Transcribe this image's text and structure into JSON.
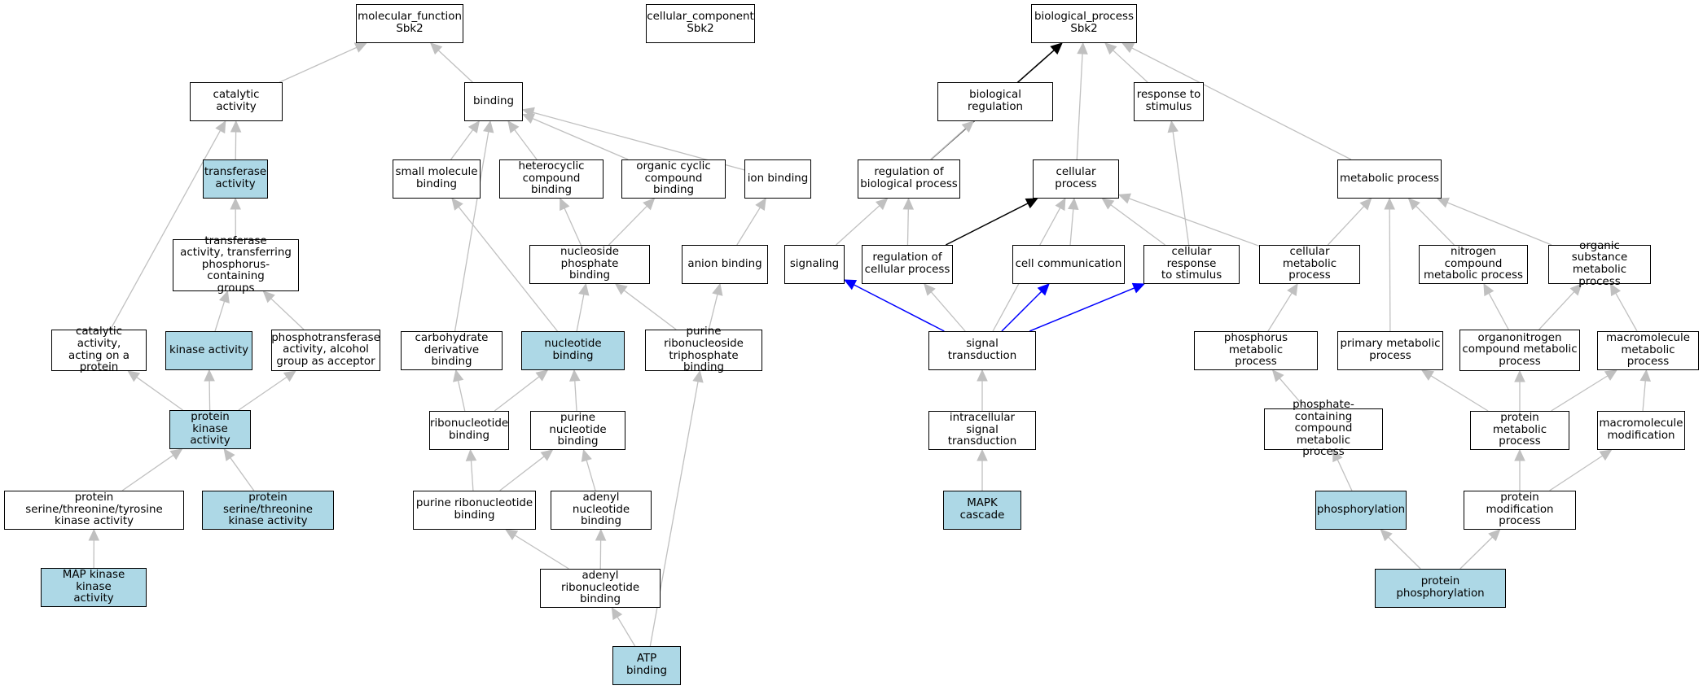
{
  "colors": {
    "highlight_fill": "#add8e6",
    "default_fill": "#ffffff",
    "border": "#000000",
    "edge_is_a": "#c0c0c0",
    "edge_regulates": "#000000",
    "edge_part_of": "#0000ff"
  },
  "nodes": {
    "mf_root": {
      "label": "molecular_function\nSbk2",
      "highlighted": false
    },
    "cc_root": {
      "label": "cellular_component\nSbk2",
      "highlighted": false
    },
    "bp_root": {
      "label": "biological_process\nSbk2",
      "highlighted": false
    },
    "catalytic_activity": {
      "label": "catalytic activity",
      "highlighted": false
    },
    "binding": {
      "label": "binding",
      "highlighted": false
    },
    "transferase_activity": {
      "label": "transferase\nactivity",
      "highlighted": true
    },
    "transferase_phospho": {
      "label": "transferase\nactivity, transferring\nphosphorus-containing\ngroups",
      "highlighted": false
    },
    "catalytic_protein": {
      "label": "catalytic activity,\nacting on a\nprotein",
      "highlighted": false
    },
    "kinase_activity": {
      "label": "kinase activity",
      "highlighted": true
    },
    "phosphotransferase": {
      "label": "phosphotransferase\nactivity, alcohol\ngroup as acceptor",
      "highlighted": false
    },
    "protein_kinase": {
      "label": "protein kinase\nactivity",
      "highlighted": true
    },
    "ser_thr_tyr_kinase": {
      "label": "protein serine/threonine/tyrosine\nkinase activity",
      "highlighted": false
    },
    "ser_thr_kinase": {
      "label": "protein serine/threonine\nkinase activity",
      "highlighted": true
    },
    "map_kkk": {
      "label": "MAP kinase kinase\nactivity",
      "highlighted": true
    },
    "small_molecule_binding": {
      "label": "small molecule\nbinding",
      "highlighted": false
    },
    "heterocyclic_binding": {
      "label": "heterocyclic\ncompound binding",
      "highlighted": false
    },
    "organic_cyclic_binding": {
      "label": "organic cyclic\ncompound binding",
      "highlighted": false
    },
    "ion_binding": {
      "label": "ion binding",
      "highlighted": false
    },
    "nucleoside_phosphate_binding": {
      "label": "nucleoside phosphate\nbinding",
      "highlighted": false
    },
    "anion_binding": {
      "label": "anion binding",
      "highlighted": false
    },
    "carbohydrate_deriv_binding": {
      "label": "carbohydrate\nderivative binding",
      "highlighted": false
    },
    "nucleotide_binding": {
      "label": "nucleotide binding",
      "highlighted": true
    },
    "purine_ribonucleoside_tp_binding": {
      "label": "purine ribonucleoside\ntriphosphate\nbinding",
      "highlighted": false
    },
    "ribonucleotide_binding": {
      "label": "ribonucleotide\nbinding",
      "highlighted": false
    },
    "purine_nucleotide_binding": {
      "label": "purine nucleotide\nbinding",
      "highlighted": false
    },
    "purine_ribonucleotide_binding": {
      "label": "purine ribonucleotide\nbinding",
      "highlighted": false
    },
    "adenyl_nucleotide_binding": {
      "label": "adenyl nucleotide\nbinding",
      "highlighted": false
    },
    "adenyl_ribonucleotide_binding": {
      "label": "adenyl ribonucleotide\nbinding",
      "highlighted": false
    },
    "atp_binding": {
      "label": "ATP binding",
      "highlighted": true
    },
    "biological_regulation": {
      "label": "biological regulation",
      "highlighted": false
    },
    "response_to_stimulus": {
      "label": "response to\nstimulus",
      "highlighted": false
    },
    "regulation_bp": {
      "label": "regulation of\nbiological process",
      "highlighted": false
    },
    "cellular_process": {
      "label": "cellular process",
      "highlighted": false
    },
    "metabolic_process": {
      "label": "metabolic process",
      "highlighted": false
    },
    "signaling": {
      "label": "signaling",
      "highlighted": false
    },
    "regulation_cp": {
      "label": "regulation of\ncellular process",
      "highlighted": false
    },
    "cell_communication": {
      "label": "cell communication",
      "highlighted": false
    },
    "cellular_response": {
      "label": "cellular response\nto stimulus",
      "highlighted": false
    },
    "cellular_metabolic": {
      "label": "cellular metabolic\nprocess",
      "highlighted": false
    },
    "nitrogen_compound": {
      "label": "nitrogen compound\nmetabolic process",
      "highlighted": false
    },
    "organic_substance": {
      "label": "organic substance\nmetabolic process",
      "highlighted": false
    },
    "signal_transduction": {
      "label": "signal transduction",
      "highlighted": false
    },
    "phosphorus_metabolic": {
      "label": "phosphorus metabolic\nprocess",
      "highlighted": false
    },
    "primary_metabolic": {
      "label": "primary metabolic\nprocess",
      "highlighted": false
    },
    "organonitrogen": {
      "label": "organonitrogen\ncompound metabolic\nprocess",
      "highlighted": false
    },
    "macromolecule_metabolic": {
      "label": "macromolecule\nmetabolic process",
      "highlighted": false
    },
    "intracellular_signal": {
      "label": "intracellular\nsignal transduction",
      "highlighted": false
    },
    "phosphate_containing": {
      "label": "phosphate-containing\ncompound metabolic\nprocess",
      "highlighted": false
    },
    "protein_metabolic": {
      "label": "protein metabolic\nprocess",
      "highlighted": false
    },
    "macromolecule_modification": {
      "label": "macromolecule\nmodification",
      "highlighted": false
    },
    "mapk_cascade": {
      "label": "MAPK cascade",
      "highlighted": true
    },
    "phosphorylation": {
      "label": "phosphorylation",
      "highlighted": true
    },
    "protein_modification": {
      "label": "protein modification\nprocess",
      "highlighted": false
    },
    "protein_phosphorylation": {
      "label": "protein phosphorylation",
      "highlighted": true
    }
  },
  "edges": [
    {
      "from": "catalytic_activity",
      "to": "mf_root",
      "kind": "is_a"
    },
    {
      "from": "binding",
      "to": "mf_root",
      "kind": "is_a"
    },
    {
      "from": "transferase_activity",
      "to": "catalytic_activity",
      "kind": "is_a"
    },
    {
      "from": "transferase_phospho",
      "to": "transferase_activity",
      "kind": "is_a"
    },
    {
      "from": "catalytic_protein",
      "to": "catalytic_activity",
      "kind": "is_a"
    },
    {
      "from": "kinase_activity",
      "to": "transferase_phospho",
      "kind": "is_a"
    },
    {
      "from": "phosphotransferase",
      "to": "transferase_phospho",
      "kind": "is_a"
    },
    {
      "from": "protein_kinase",
      "to": "catalytic_protein",
      "kind": "is_a"
    },
    {
      "from": "protein_kinase",
      "to": "kinase_activity",
      "kind": "is_a"
    },
    {
      "from": "protein_kinase",
      "to": "phosphotransferase",
      "kind": "is_a"
    },
    {
      "from": "ser_thr_tyr_kinase",
      "to": "protein_kinase",
      "kind": "is_a"
    },
    {
      "from": "ser_thr_kinase",
      "to": "protein_kinase",
      "kind": "is_a"
    },
    {
      "from": "map_kkk",
      "to": "ser_thr_tyr_kinase",
      "kind": "is_a"
    },
    {
      "from": "small_molecule_binding",
      "to": "binding",
      "kind": "is_a"
    },
    {
      "from": "heterocyclic_binding",
      "to": "binding",
      "kind": "is_a"
    },
    {
      "from": "organic_cyclic_binding",
      "to": "binding",
      "kind": "is_a"
    },
    {
      "from": "ion_binding",
      "to": "binding",
      "kind": "is_a"
    },
    {
      "from": "carbohydrate_deriv_binding",
      "to": "binding",
      "kind": "is_a"
    },
    {
      "from": "nucleoside_phosphate_binding",
      "to": "heterocyclic_binding",
      "kind": "is_a"
    },
    {
      "from": "nucleoside_phosphate_binding",
      "to": "organic_cyclic_binding",
      "kind": "is_a"
    },
    {
      "from": "anion_binding",
      "to": "ion_binding",
      "kind": "is_a"
    },
    {
      "from": "nucleotide_binding",
      "to": "small_molecule_binding",
      "kind": "is_a"
    },
    {
      "from": "nucleotide_binding",
      "to": "nucleoside_phosphate_binding",
      "kind": "is_a"
    },
    {
      "from": "purine_ribonucleoside_tp_binding",
      "to": "nucleoside_phosphate_binding",
      "kind": "is_a"
    },
    {
      "from": "purine_ribonucleoside_tp_binding",
      "to": "anion_binding",
      "kind": "is_a"
    },
    {
      "from": "ribonucleotide_binding",
      "to": "carbohydrate_deriv_binding",
      "kind": "is_a"
    },
    {
      "from": "ribonucleotide_binding",
      "to": "nucleotide_binding",
      "kind": "is_a"
    },
    {
      "from": "purine_nucleotide_binding",
      "to": "nucleotide_binding",
      "kind": "is_a"
    },
    {
      "from": "purine_ribonucleotide_binding",
      "to": "ribonucleotide_binding",
      "kind": "is_a"
    },
    {
      "from": "purine_ribonucleotide_binding",
      "to": "purine_nucleotide_binding",
      "kind": "is_a"
    },
    {
      "from": "adenyl_nucleotide_binding",
      "to": "purine_nucleotide_binding",
      "kind": "is_a"
    },
    {
      "from": "adenyl_ribonucleotide_binding",
      "to": "purine_ribonucleotide_binding",
      "kind": "is_a"
    },
    {
      "from": "adenyl_ribonucleotide_binding",
      "to": "adenyl_nucleotide_binding",
      "kind": "is_a"
    },
    {
      "from": "atp_binding",
      "to": "adenyl_ribonucleotide_binding",
      "kind": "is_a"
    },
    {
      "from": "atp_binding",
      "to": "purine_ribonucleoside_tp_binding",
      "kind": "is_a"
    },
    {
      "from": "biological_regulation",
      "to": "bp_root",
      "kind": "is_a"
    },
    {
      "from": "cellular_process",
      "to": "bp_root",
      "kind": "is_a"
    },
    {
      "from": "response_to_stimulus",
      "to": "bp_root",
      "kind": "is_a"
    },
    {
      "from": "metabolic_process",
      "to": "bp_root",
      "kind": "is_a"
    },
    {
      "from": "regulation_bp",
      "to": "bp_root",
      "kind": "regulates"
    },
    {
      "from": "regulation_bp",
      "to": "biological_regulation",
      "kind": "is_a"
    },
    {
      "from": "signaling",
      "to": "regulation_bp",
      "kind": "is_a"
    },
    {
      "from": "regulation_cp",
      "to": "regulation_bp",
      "kind": "is_a"
    },
    {
      "from": "regulation_cp",
      "to": "cellular_process",
      "kind": "regulates"
    },
    {
      "from": "cell_communication",
      "to": "cellular_process",
      "kind": "is_a"
    },
    {
      "from": "cellular_response",
      "to": "cellular_process",
      "kind": "is_a"
    },
    {
      "from": "cellular_response",
      "to": "response_to_stimulus",
      "kind": "is_a"
    },
    {
      "from": "cellular_metabolic",
      "to": "cellular_process",
      "kind": "is_a"
    },
    {
      "from": "cellular_metabolic",
      "to": "metabolic_process",
      "kind": "is_a"
    },
    {
      "from": "nitrogen_compound",
      "to": "metabolic_process",
      "kind": "is_a"
    },
    {
      "from": "organic_substance",
      "to": "metabolic_process",
      "kind": "is_a"
    },
    {
      "from": "primary_metabolic",
      "to": "metabolic_process",
      "kind": "is_a"
    },
    {
      "from": "signal_transduction",
      "to": "signaling",
      "kind": "part_of"
    },
    {
      "from": "signal_transduction",
      "to": "regulation_cp",
      "kind": "is_a"
    },
    {
      "from": "signal_transduction",
      "to": "cell_communication",
      "kind": "part_of"
    },
    {
      "from": "signal_transduction",
      "to": "cellular_response",
      "kind": "part_of"
    },
    {
      "from": "signal_transduction",
      "to": "cellular_process",
      "kind": "is_a"
    },
    {
      "from": "intracellular_signal",
      "to": "signal_transduction",
      "kind": "is_a"
    },
    {
      "from": "mapk_cascade",
      "to": "intracellular_signal",
      "kind": "is_a"
    },
    {
      "from": "phosphorus_metabolic",
      "to": "cellular_metabolic",
      "kind": "is_a"
    },
    {
      "from": "organonitrogen",
      "to": "nitrogen_compound",
      "kind": "is_a"
    },
    {
      "from": "organonitrogen",
      "to": "organic_substance",
      "kind": "is_a"
    },
    {
      "from": "macromolecule_metabolic",
      "to": "organic_substance",
      "kind": "is_a"
    },
    {
      "from": "phosphate_containing",
      "to": "phosphorus_metabolic",
      "kind": "is_a"
    },
    {
      "from": "protein_metabolic",
      "to": "primary_metabolic",
      "kind": "is_a"
    },
    {
      "from": "protein_metabolic",
      "to": "organonitrogen",
      "kind": "is_a"
    },
    {
      "from": "protein_metabolic",
      "to": "macromolecule_metabolic",
      "kind": "is_a"
    },
    {
      "from": "macromolecule_modification",
      "to": "macromolecule_metabolic",
      "kind": "is_a"
    },
    {
      "from": "phosphorylation",
      "to": "phosphate_containing",
      "kind": "is_a"
    },
    {
      "from": "protein_modification",
      "to": "protein_metabolic",
      "kind": "is_a"
    },
    {
      "from": "protein_modification",
      "to": "macromolecule_modification",
      "kind": "is_a"
    },
    {
      "from": "protein_phosphorylation",
      "to": "phosphorylation",
      "kind": "is_a"
    },
    {
      "from": "protein_phosphorylation",
      "to": "protein_modification",
      "kind": "is_a"
    }
  ]
}
